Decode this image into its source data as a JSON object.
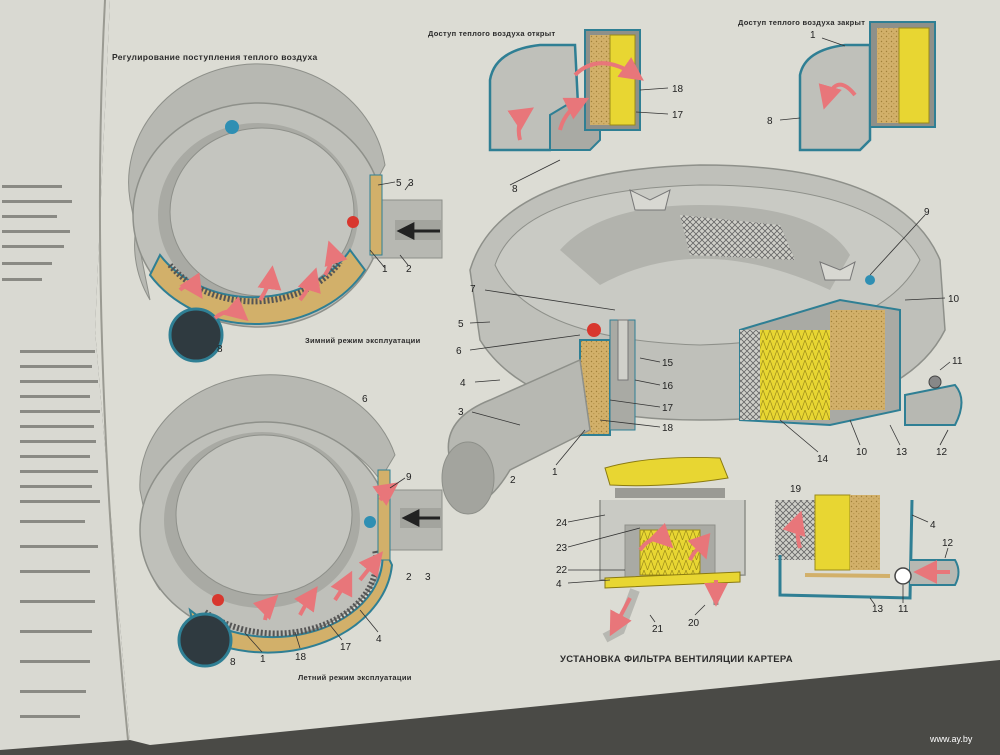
{
  "captions": {
    "top_left": "Регулирование поступления теплого воздуха",
    "top_middle": "Доступ теплого воздуха открыт",
    "top_right": "Доступ теплого воздуха закрыт",
    "winter_mode": "Зимний режим эксплуатации",
    "summer_mode": "Летний режим эксплуатации",
    "bottom_main": "УСТАНОВКА ФИЛЬТРА ВЕНТИЛЯЦИИ КАРТЕРА"
  },
  "watermark": "www.ay.by",
  "colors": {
    "page": "#dcdcd4",
    "housing": "#b7b8b2",
    "housing_dark": "#8e908a",
    "teal_outline": "#2f7f94",
    "filter_yellow": "#e8d632",
    "filter_tan": "#d2b06a",
    "airflow": "#e8767a",
    "red_dot": "#d8372e",
    "blue_dot": "#2f8fb3"
  },
  "labels": {
    "winter": [
      "5",
      "3",
      "1",
      "2",
      "8"
    ],
    "summer": [
      "6",
      "9",
      "2",
      "3",
      "1",
      "18",
      "17",
      "4",
      "8"
    ],
    "open": [
      "18",
      "17",
      "8"
    ],
    "closed": [
      "1",
      "8"
    ],
    "main": [
      "7",
      "5",
      "6",
      "4",
      "3",
      "2",
      "1",
      "15",
      "16",
      "17",
      "18",
      "9",
      "10",
      "11",
      "12",
      "13",
      "10",
      "14"
    ],
    "vent": [
      "24",
      "23",
      "22",
      "4",
      "21",
      "20"
    ],
    "right_bottom": [
      "19",
      "4",
      "12",
      "13",
      "11"
    ]
  }
}
